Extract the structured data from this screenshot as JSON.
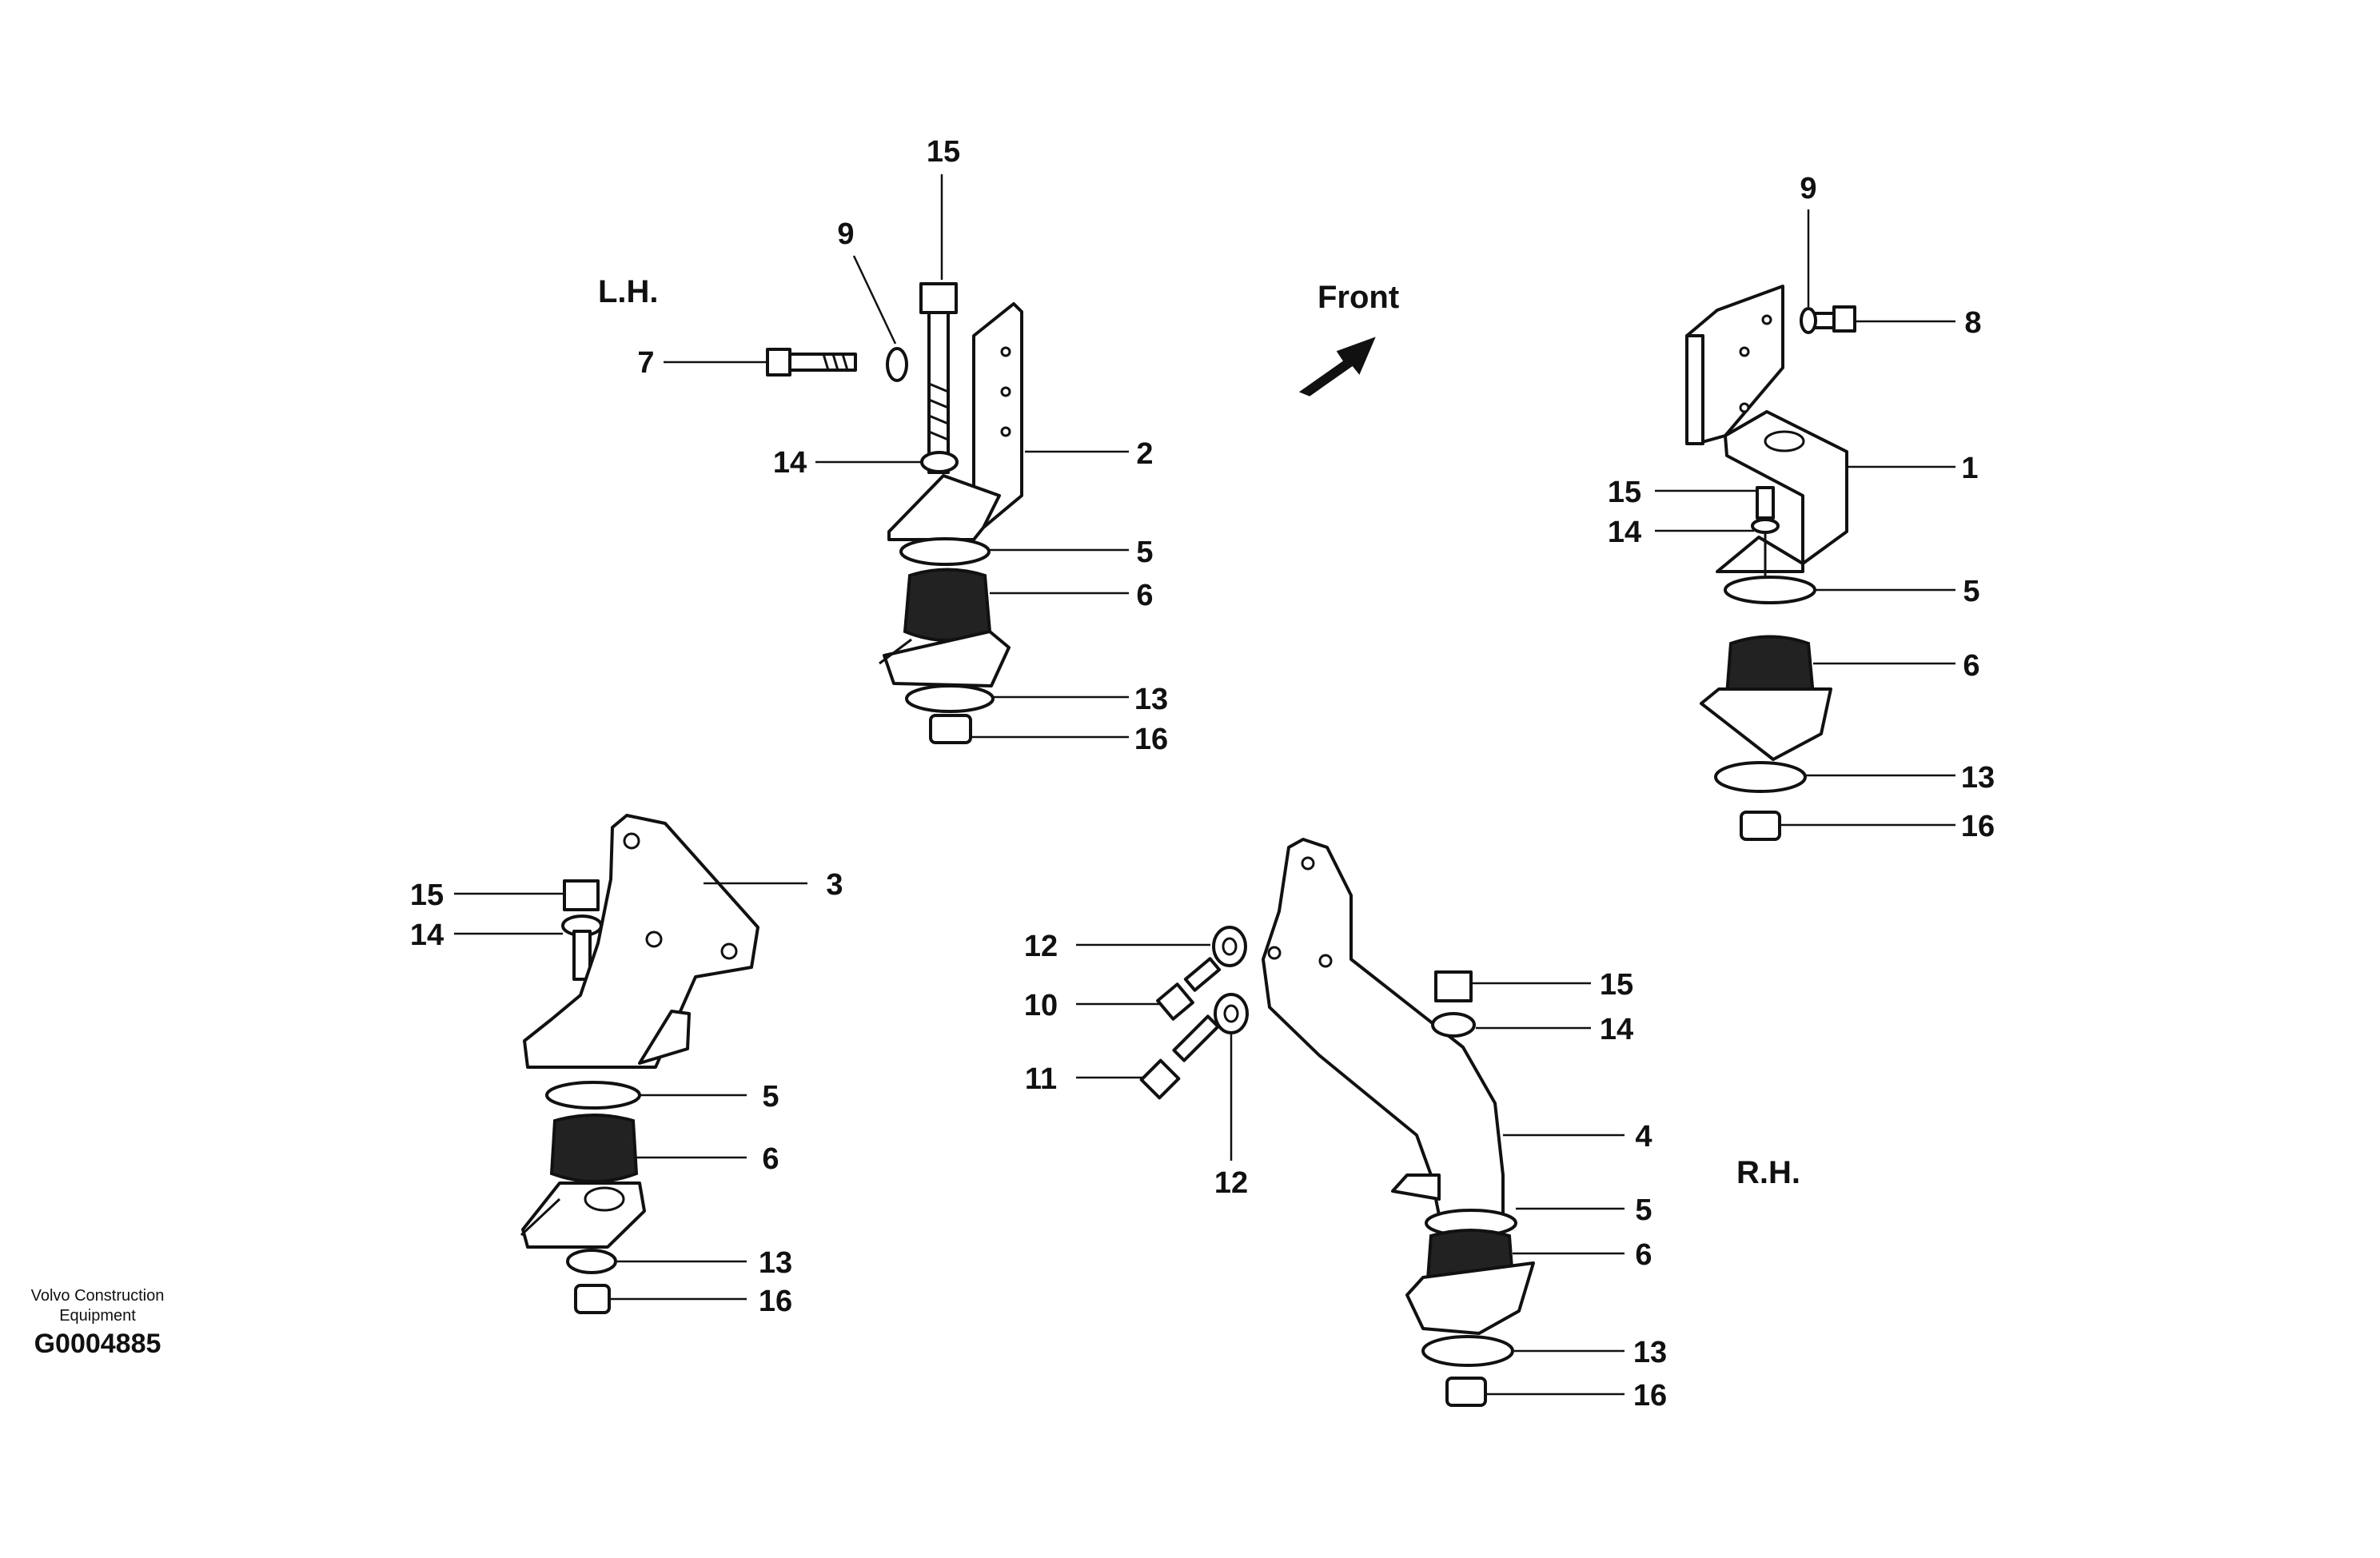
{
  "labels": {
    "lh": "L.H.",
    "rh": "R.H.",
    "front": "Front"
  },
  "credit": {
    "line1": "Volvo Construction",
    "line2": "Equipment",
    "code": "G0004885"
  },
  "callouts": {
    "lh_top": [
      "15",
      "9",
      "7",
      "14",
      "2",
      "5",
      "6",
      "13",
      "16"
    ],
    "rh_top": [
      "9",
      "8",
      "1",
      "15",
      "14",
      "5",
      "6",
      "13",
      "16"
    ],
    "lh_bottom": [
      "15",
      "14",
      "3",
      "5",
      "6",
      "13",
      "16"
    ],
    "rh_bottom": [
      "12",
      "10",
      "11",
      "12",
      "15",
      "14",
      "4",
      "5",
      "6",
      "13",
      "16"
    ]
  },
  "colors": {
    "ink": "#111111",
    "background": "#ffffff"
  }
}
